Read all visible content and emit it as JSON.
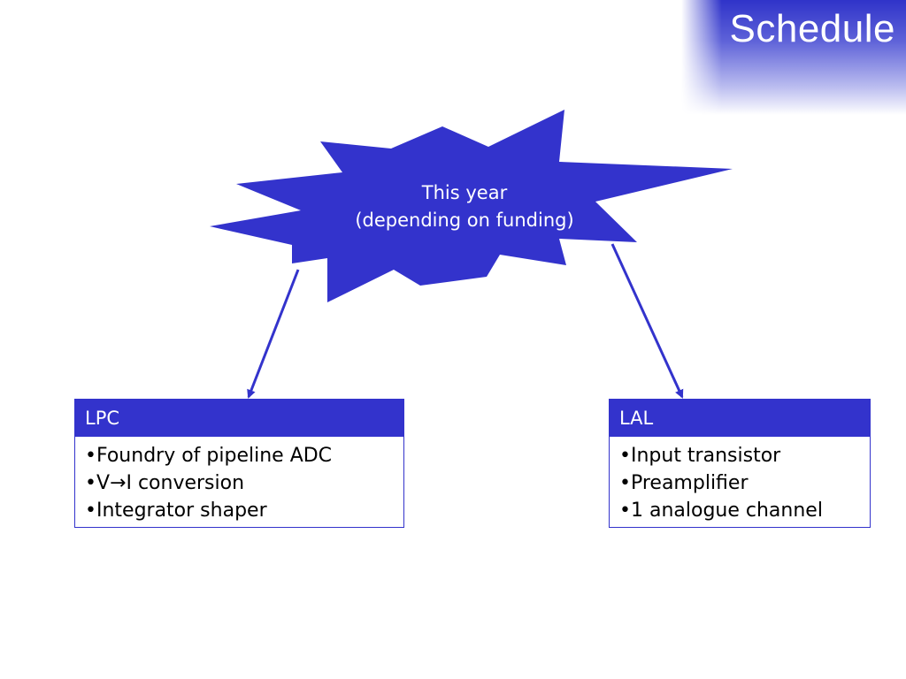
{
  "slide": {
    "title": "Schedule"
  },
  "burst": {
    "line1": "This year",
    "line2": "(depending on funding)"
  },
  "boxes": {
    "lpc": {
      "header": "LPC",
      "items": [
        {
          "text": "•Foundry of pipeline ADC"
        },
        {
          "pre": "•V",
          "arrow": "→",
          "post": "I conversion"
        },
        {
          "text": "•Integrator shaper"
        }
      ]
    },
    "lal": {
      "header": "LAL",
      "items": [
        {
          "text": "•Input transistor"
        },
        {
          "text": "•Preamplifier"
        },
        {
          "text": "•1 analogue channel"
        }
      ]
    }
  },
  "colors": {
    "accent": "#3333cc",
    "text": "#000000",
    "background": "#ffffff"
  }
}
